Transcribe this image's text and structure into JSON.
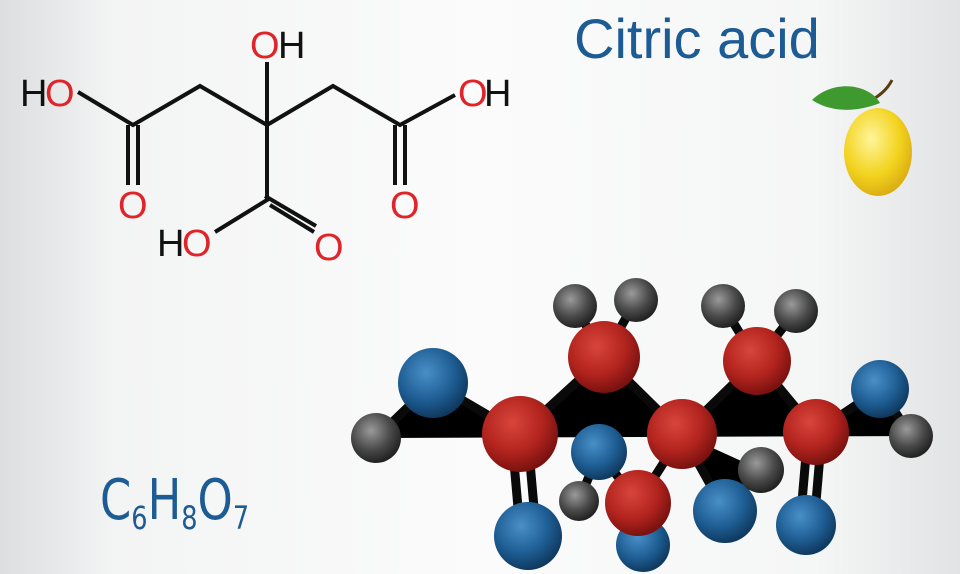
{
  "title": "Citric acid",
  "formula": {
    "c": "C",
    "c_n": "6",
    "h": "H",
    "h_n": "8",
    "o": "O",
    "o_n": "7"
  },
  "structure_labels": {
    "oh_top": "OH",
    "ho_left": "HO",
    "oh_right": "OH",
    "ho_bottom": "HO",
    "o_left": "O",
    "o_right": "O",
    "o_bottom": "O",
    "o": "O",
    "h": "H"
  },
  "colors": {
    "text_blue": "#1d5b94",
    "oxygen_label": "#e0252a",
    "carbon_ball": "#b5261f",
    "oxygen_ball": "#1f5f95",
    "hydrogen_ball": "#4a4a4a"
  }
}
